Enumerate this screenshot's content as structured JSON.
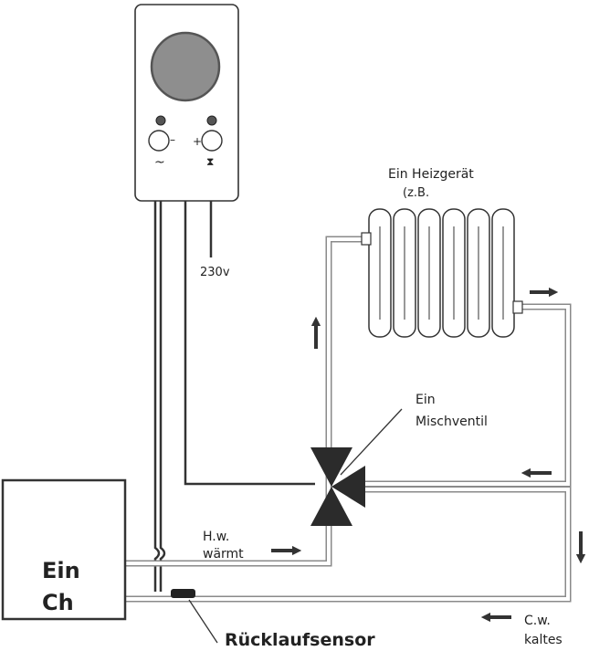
{
  "labels": {
    "voltage": "230v",
    "heater_line1": "Ein Heizgerät",
    "heater_line2": "(z.B.",
    "valve_line1": "Ein",
    "valve_line2": "Mischventil",
    "hot_water_line1": "H.w.",
    "hot_water_line2": "wärmt",
    "cold_water_line1": "C.w.",
    "cold_water_line2": "kaltes",
    "boiler_line1": "Ein",
    "boiler_line2": "Ch",
    "sensor": "Rücklaufsensor"
  },
  "controller": {
    "minus_symbol": "–",
    "plus_symbol": "+",
    "wave_symbol": "~",
    "hourglass_symbol": "⧗"
  }
}
